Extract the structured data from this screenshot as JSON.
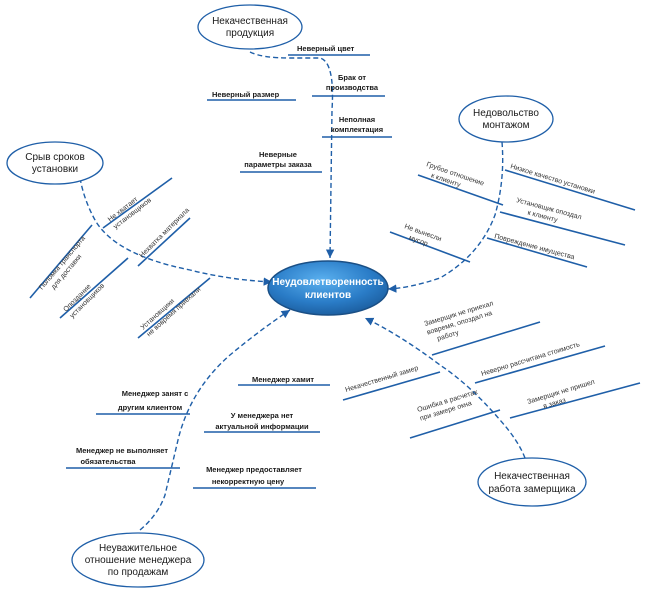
{
  "center": {
    "line1": "Неудовлетворенность",
    "line2": "клиентов"
  },
  "nodes": {
    "top": {
      "line1": "Некачественная",
      "line2": "продукция"
    },
    "left_top": {
      "line1": "Срыв сроков",
      "line2": "установки"
    },
    "right_top": {
      "line1": "Недовольство",
      "line2": "монтажом"
    },
    "right_bottom": {
      "line1": "Некачественная",
      "line2": "работа замерщика"
    },
    "left_bottom": {
      "line1": "Неуважительное",
      "line2": "отношение менеджера",
      "line3": "по продажам"
    }
  },
  "causes_top": {
    "c1": "Неверный цвет",
    "c2a": "Брак от",
    "c2b": "производства",
    "c3": "Неверный размер",
    "c4a": "Неполная",
    "c4b": "комплектация",
    "c5a": "Неверные",
    "c5b": "параметры заказа"
  },
  "causes_left_top": {
    "c1a": "Поломка транспорта",
    "c1b": "для доставки",
    "c2a": "Не хватает",
    "c2b": "установщиков",
    "c3a": "Опоздание",
    "c3b": "установщиков",
    "c4": "Нехватка материала",
    "c5a": "Установщики",
    "c5b": "не вовремя приехали"
  },
  "causes_right_top": {
    "c1a": "Грубое отношение",
    "c1b": "к клиенту",
    "c2": "Низкое качество установки",
    "c3a": "Установщик опоздал",
    "c3b": "к клиенту",
    "c4a": "Не вынесли",
    "c4b": "мусор",
    "c5": "Повреждение имущества"
  },
  "causes_right_bottom": {
    "c1a": "Замерщик не приехал",
    "c1b": "вовремя, опоздал на",
    "c1c": "работу",
    "c2": "Некачественный замер",
    "c3": "Неверно рассчитана стоимость",
    "c4a": "Ошибка в расчетах",
    "c4b": "при замере окна",
    "c5a": "Замерщик не пришел",
    "c5b": "в заказ"
  },
  "causes_left_bottom": {
    "c1": "Менеджер хамит",
    "c2a": "Менеджер занят с",
    "c2b": "другим клиентом",
    "c3a": "У менеджера нет",
    "c3b": "актуальной информации",
    "c4a": "Менеджер не выполняет",
    "c4b": "обязательства",
    "c5a": "Менеджер предоставляет",
    "c5b": "некорректную цену"
  }
}
